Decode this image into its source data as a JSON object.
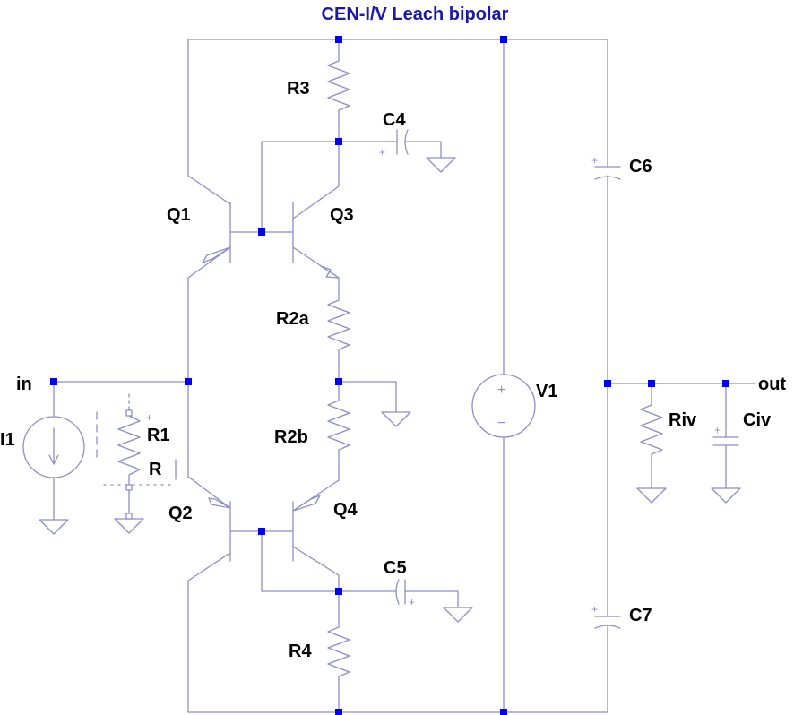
{
  "title": "CEN-I/V Leach bipolar",
  "colors": {
    "wire": "#8e8ec8",
    "node": "#0000ee",
    "title": "#1a1aa8",
    "label": "#000000",
    "background": "#ffffff"
  },
  "ports": {
    "in": "in",
    "out": "out"
  },
  "components": {
    "Q1": "Q1",
    "Q2": "Q2",
    "Q3": "Q3",
    "Q4": "Q4",
    "R1": "R1",
    "R1_value": "R",
    "R2a": "R2a",
    "R2b": "R2b",
    "R3": "R3",
    "R4": "R4",
    "Riv": "Riv",
    "C4": "C4",
    "C5": "C5",
    "C6": "C6",
    "C7": "C7",
    "Civ": "Civ",
    "I1": "I1",
    "V1": "V1"
  },
  "symbols": {
    "plus": "+",
    "minus": "−"
  }
}
